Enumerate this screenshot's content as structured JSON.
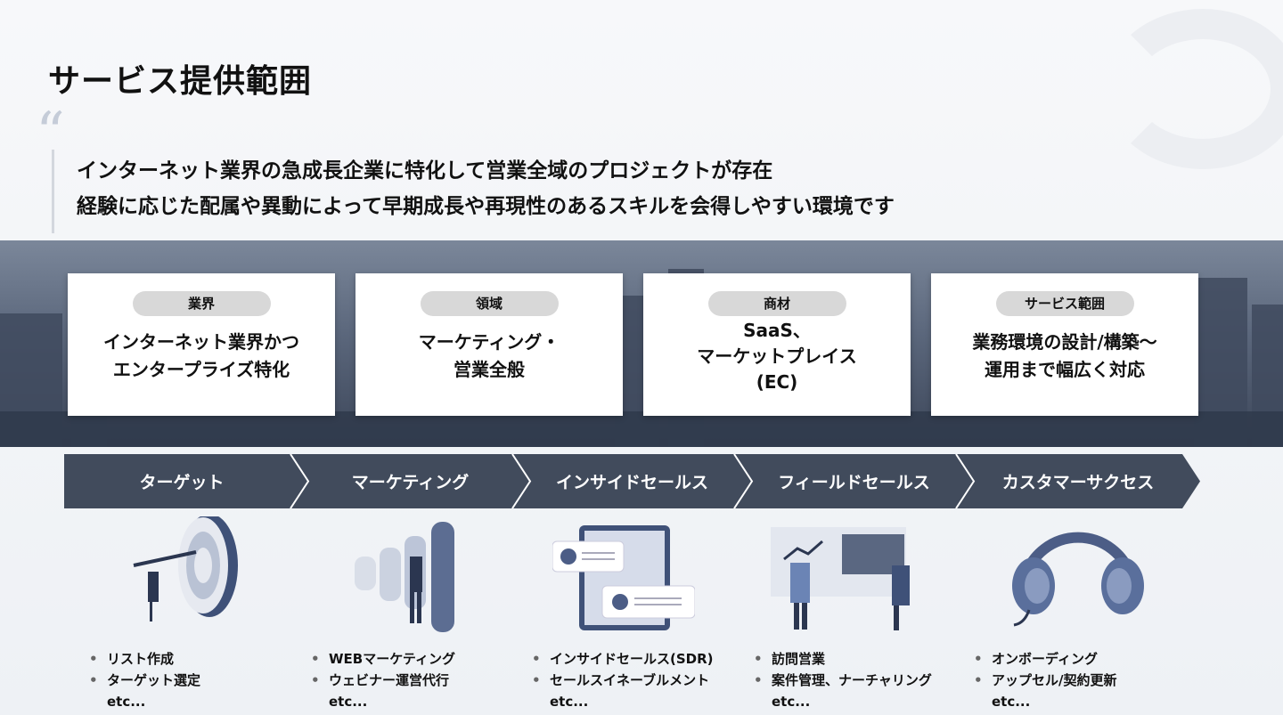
{
  "title": "サービス提供範囲",
  "quote_mark": "“",
  "lead": [
    "インターネット業界の急成長企業に特化して営業全域のプロジェクトが存在",
    "経験に応じた配属や異動によって早期成長や再現性のあるスキルを会得しやすい環境です"
  ],
  "cards": [
    {
      "label": "業界",
      "lines": [
        "インターネット業界かつ",
        "エンタープライズ特化"
      ]
    },
    {
      "label": "領域",
      "lines": [
        "マーケティング・",
        "営業全般"
      ]
    },
    {
      "label": "商材",
      "lines": [
        "SaaS、",
        "マーケットプレイス",
        "(EC)"
      ]
    },
    {
      "label": "サービス範囲",
      "lines": [
        "業務環境の設計/構築〜",
        "運用まで幅広く対応"
      ]
    }
  ],
  "steps": [
    {
      "label": "ターゲット",
      "icon": "target-icon",
      "items": [
        "リスト作成",
        "ターゲット選定"
      ],
      "etc": "etc..."
    },
    {
      "label": "マーケティング",
      "icon": "growth-chart-icon",
      "items": [
        "WEBマーケティング",
        "ウェビナー運営代行"
      ],
      "etc": "etc..."
    },
    {
      "label": "インサイドセールス",
      "icon": "chat-tablet-icon",
      "items": [
        "インサイドセールス(SDR)",
        "セールスイネーブルメント"
      ],
      "etc": "etc..."
    },
    {
      "label": "フィールドセールス",
      "icon": "presentation-icon",
      "items": [
        "訪問営業",
        "案件管理、ナーチャリング"
      ],
      "etc": "etc..."
    },
    {
      "label": "カスタマーサクセス",
      "icon": "headset-icon",
      "items": [
        "オンボーディング",
        "アップセル/契約更新"
      ],
      "etc": "etc..."
    }
  ],
  "colors": {
    "step": "#414b5c",
    "accent": "#5a6f9c"
  }
}
